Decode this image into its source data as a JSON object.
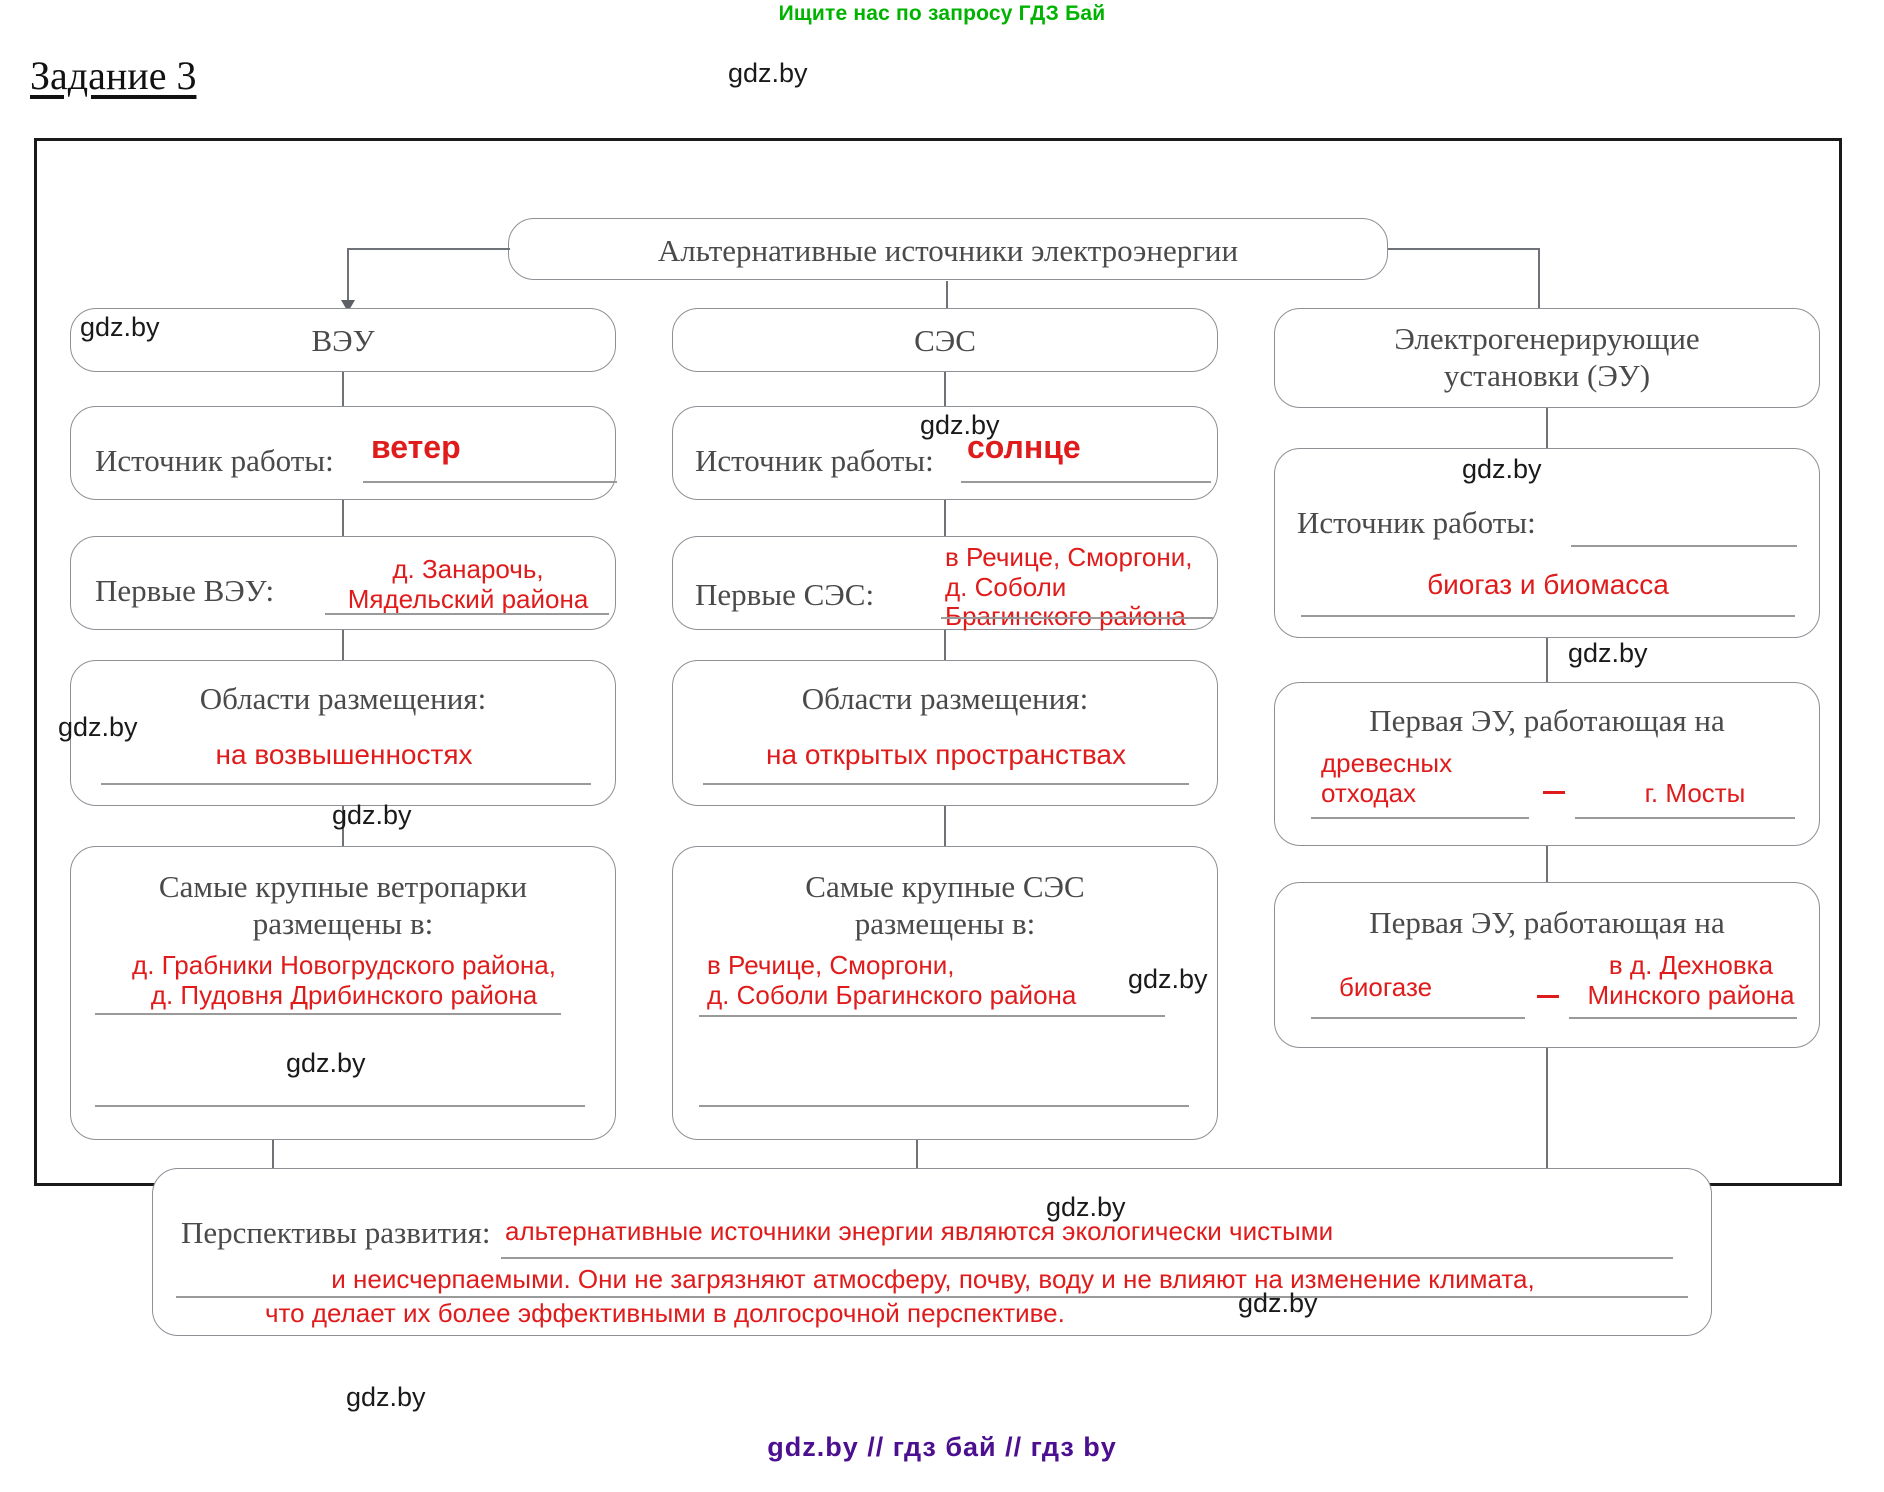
{
  "promo_banner": "Ищите нас по запросу ГДЗ Бай",
  "task_title": "Задание 3",
  "footer": "gdz.by  //  гдз бай  //  гдз by",
  "watermark": "gdz.by",
  "colors": {
    "banner_green": "#00b300",
    "answer_red": "#e01b1b",
    "node_border": "#8d9095",
    "frame_border": "#1a1a1a",
    "footer_purple": "#4b0f8f"
  },
  "diagram": {
    "root": "Альтернативные источники электроэнергии",
    "columns": [
      {
        "heading": "ВЭУ",
        "rows": [
          {
            "label": "Источник работы:",
            "answer": "ветер"
          },
          {
            "label": "Первые ВЭУ:",
            "answer": "д. Занарочь,\nМядельский района"
          },
          {
            "label": "Области размещения:",
            "answer": "на возвышенностях"
          },
          {
            "label": "Самые крупные ветропарки\nразмещены в:",
            "answer": "д. Грабники Новогрудского района,\nд. Пудовня Дрибинского района"
          }
        ]
      },
      {
        "heading": "СЭС",
        "rows": [
          {
            "label": "Источник работы:",
            "answer": "солнце"
          },
          {
            "label": "Первые СЭС:",
            "answer": "в Речице, Сморгони,\nд. Соболи\nБрагинского района"
          },
          {
            "label": "Области размещения:",
            "answer": "на открытых пространствах"
          },
          {
            "label": "Самые крупные СЭС\nразмещены в:",
            "answer": "в Речице, Сморгони,\nд. Соболи Брагинского района"
          }
        ]
      },
      {
        "heading": "Электрогенерирующие\nустановки (ЭУ)",
        "rows": [
          {
            "label": "Источник работы:",
            "answer": "биогаз и биомасса"
          },
          {
            "label": "Первая ЭУ, работающая на",
            "answer": "древесных\nотходах",
            "answer2": "г. Мосты"
          },
          {
            "label": "Первая ЭУ, работающая на",
            "answer": "биогазе",
            "answer2": "в д. Дехновка\nМинского района"
          }
        ]
      }
    ],
    "footer_box": {
      "label": "Перспективы развития:",
      "answer_line1": "альтернативные источники энергии являются экологически чистыми",
      "answer_line2": "и неисчерпаемыми. Они не загрязняют  атмосферу, почву, воду и не влияют на изменение климата,",
      "answer_line3": "что делает их более  эффективными в долгосрочной перспективе."
    }
  }
}
